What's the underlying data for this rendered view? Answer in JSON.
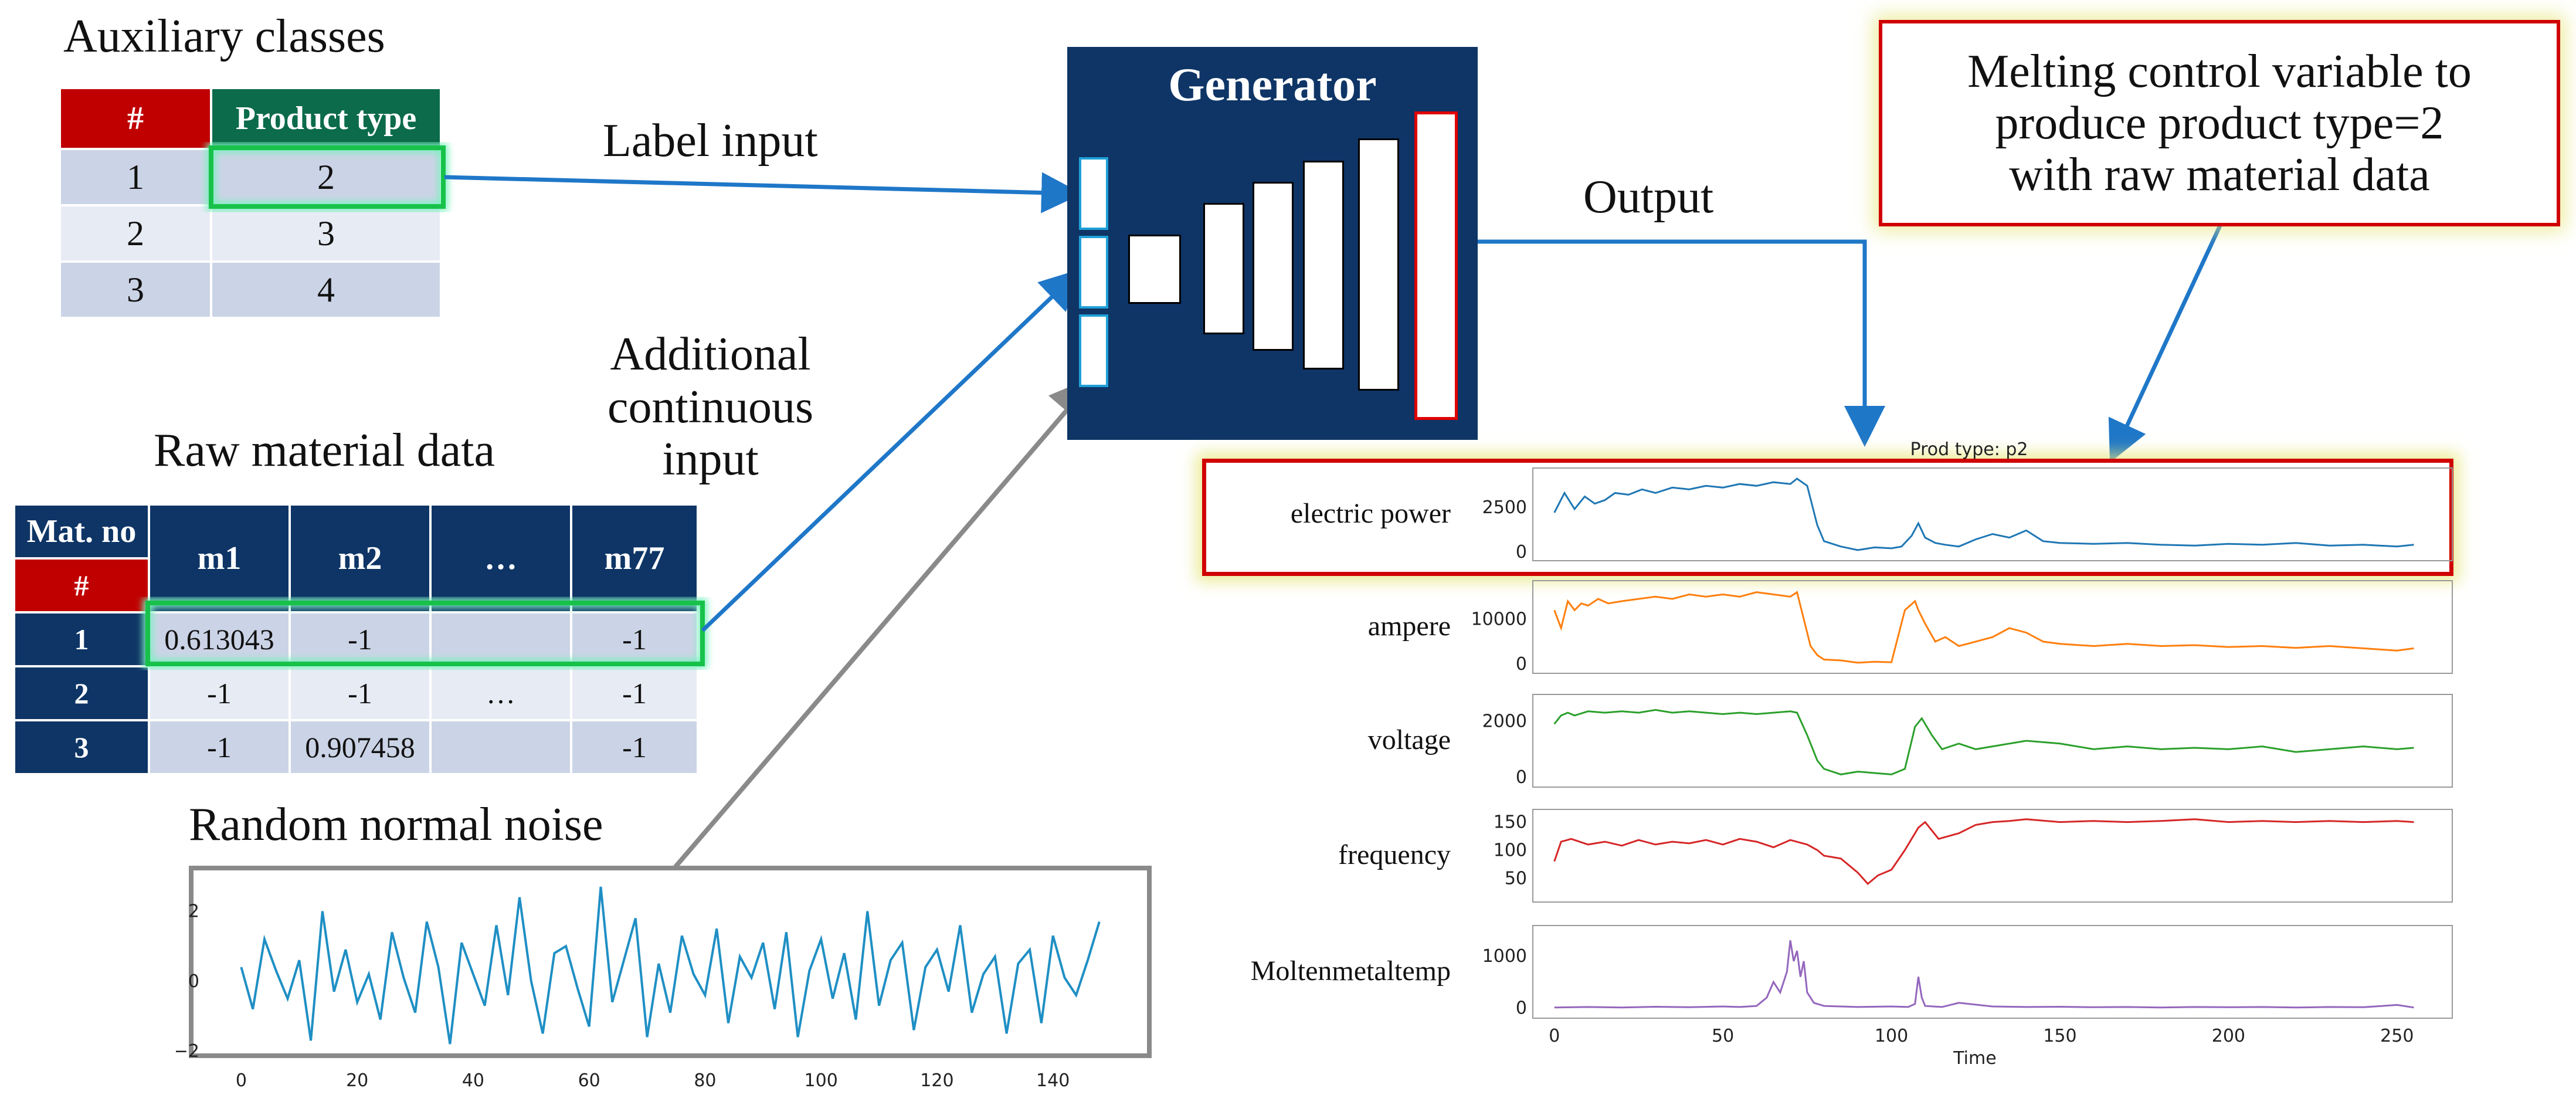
{
  "aux": {
    "title": "Auxiliary classes",
    "col_hash": "#",
    "col_product": "Product type",
    "rows": [
      [
        "1",
        "2"
      ],
      [
        "2",
        "3"
      ],
      [
        "3",
        "4"
      ]
    ]
  },
  "raw": {
    "title": "Raw material data",
    "col_matno": "Mat. no",
    "col_hash": "#",
    "cols": [
      "m1",
      "m2",
      "…",
      "m77"
    ],
    "rows": [
      {
        "id": "1",
        "m1": "0.613043",
        "m2": "-1",
        "mid": "",
        "m77": "-1"
      },
      {
        "id": "2",
        "m1": "-1",
        "m2": "-1",
        "mid": "…",
        "m77": "-1"
      },
      {
        "id": "3",
        "m1": "-1",
        "m2": "0.907458",
        "mid": "",
        "m77": "-1"
      }
    ]
  },
  "generator": {
    "title": "Generator"
  },
  "labels": {
    "label_input": "Label input",
    "additional_input": "Additional\ncontinuous\ninput",
    "output": "Output",
    "noise": "Random normal noise"
  },
  "callout": {
    "text": "Melting control variable to\nproduce product type=2\nwith raw material data"
  },
  "colors": {
    "navy": "#0e3566",
    "red": "#c00000",
    "green_header": "#0b6b4b",
    "arrow_blue": "#1f77c8",
    "arrow_gray": "#8a8a8a",
    "highlight_green": "#18c24a",
    "noise": "#1f8fc4",
    "power": "#1f77b4",
    "ampere": "#ff7f0e",
    "voltage": "#2ca02c",
    "frequency": "#d62728",
    "temp": "#9467bd"
  },
  "chart_data": [
    {
      "type": "line",
      "name": "noise",
      "x": [
        0,
        2,
        4,
        6,
        8,
        10,
        12,
        14,
        16,
        18,
        20,
        22,
        24,
        26,
        28,
        30,
        32,
        34,
        36,
        38,
        40,
        42,
        44,
        46,
        48,
        50,
        52,
        54,
        56,
        58,
        60,
        62,
        64,
        66,
        68,
        70,
        72,
        74,
        76,
        78,
        80,
        82,
        84,
        86,
        88,
        90,
        92,
        94,
        96,
        98,
        100,
        102,
        104,
        106,
        108,
        110,
        112,
        114,
        116,
        118,
        120,
        122,
        124,
        126,
        128,
        130,
        132,
        134,
        136,
        138,
        140,
        142,
        144,
        146,
        148
      ],
      "y": [
        0.4,
        -0.8,
        1.2,
        0.3,
        -0.5,
        0.6,
        -1.7,
        2.0,
        -0.3,
        0.9,
        -0.6,
        0.2,
        -1.1,
        1.4,
        0.1,
        -0.9,
        1.7,
        0.4,
        -1.8,
        1.1,
        0.2,
        -0.7,
        1.6,
        -0.4,
        2.4,
        0.0,
        -1.5,
        0.8,
        1.0,
        -0.2,
        -1.3,
        2.7,
        -0.6,
        0.6,
        1.8,
        -1.6,
        0.5,
        -0.9,
        1.3,
        0.2,
        -0.4,
        1.5,
        -1.2,
        0.7,
        0.1,
        1.1,
        -0.8,
        1.4,
        -1.6,
        0.3,
        1.2,
        -0.5,
        0.8,
        -1.1,
        2.0,
        -0.7,
        0.6,
        1.1,
        -1.4,
        0.4,
        0.9,
        -0.3,
        1.6,
        -0.9,
        0.2,
        0.7,
        -1.5,
        0.5,
        0.9,
        -1.2,
        1.3,
        0.1,
        -0.4,
        0.6,
        1.7
      ],
      "xticks": [
        0,
        20,
        40,
        60,
        80,
        100,
        120,
        140
      ],
      "yticks": [
        -2,
        0,
        2
      ],
      "xlim": [
        -5,
        155
      ],
      "ylim": [
        -2.1,
        2.9
      ]
    },
    {
      "type": "line",
      "title": "Prod type: p2",
      "xlabel": "Time",
      "xticks": [
        0,
        50,
        100,
        150,
        200,
        250
      ],
      "xlim": [
        -5,
        265
      ],
      "panels": [
        {
          "name": "electric power",
          "yticks": [
            0,
            2500
          ],
          "ylim": [
            -100,
            4300
          ],
          "x": [
            0,
            3,
            6,
            9,
            12,
            15,
            18,
            22,
            26,
            30,
            35,
            40,
            45,
            50,
            55,
            60,
            65,
            70,
            72,
            75,
            78,
            80,
            85,
            90,
            95,
            100,
            103,
            106,
            108,
            110,
            113,
            116,
            120,
            125,
            130,
            135,
            140,
            145,
            150,
            160,
            170,
            180,
            190,
            200,
            210,
            220,
            230,
            240,
            250,
            255
          ],
          "y": [
            2200,
            3300,
            2400,
            3100,
            2700,
            2900,
            3300,
            3200,
            3500,
            3300,
            3600,
            3500,
            3700,
            3600,
            3800,
            3700,
            3900,
            3800,
            4100,
            3700,
            1500,
            600,
            300,
            100,
            250,
            200,
            300,
            900,
            1600,
            800,
            500,
            400,
            300,
            700,
            1000,
            800,
            1200,
            600,
            500,
            450,
            500,
            400,
            350,
            450,
            400,
            500,
            350,
            400,
            300,
            400
          ]
        },
        {
          "name": "ampere",
          "yticks": [
            0,
            10000
          ],
          "ylim": [
            -500,
            17000
          ],
          "x": [
            0,
            2,
            4,
            6,
            8,
            10,
            13,
            16,
            20,
            25,
            30,
            35,
            40,
            45,
            50,
            55,
            60,
            65,
            70,
            72,
            74,
            76,
            78,
            80,
            85,
            90,
            95,
            100,
            104,
            107,
            108,
            110,
            113,
            116,
            120,
            125,
            130,
            135,
            140,
            145,
            150,
            160,
            170,
            180,
            190,
            200,
            210,
            220,
            230,
            240,
            250,
            255
          ],
          "y": [
            12000,
            8000,
            14000,
            12000,
            13500,
            13000,
            14500,
            13500,
            14000,
            14500,
            15000,
            14500,
            15500,
            15000,
            15500,
            15000,
            16000,
            15500,
            15000,
            16000,
            10000,
            4000,
            2000,
            1000,
            800,
            300,
            500,
            400,
            12000,
            14000,
            12000,
            9000,
            5000,
            6000,
            4000,
            5000,
            6000,
            8000,
            7000,
            5000,
            4500,
            4000,
            4500,
            4000,
            4200,
            3800,
            4000,
            3600,
            4000,
            3500,
            3000,
            3500
          ]
        },
        {
          "name": "voltage",
          "yticks": [
            0,
            2000
          ],
          "ylim": [
            -100,
            2700
          ],
          "x": [
            0,
            2,
            4,
            6,
            10,
            15,
            20,
            25,
            30,
            35,
            40,
            45,
            50,
            55,
            60,
            65,
            70,
            72,
            75,
            78,
            80,
            85,
            90,
            95,
            100,
            104,
            107,
            109,
            112,
            115,
            120,
            125,
            130,
            140,
            150,
            160,
            170,
            180,
            190,
            200,
            210,
            220,
            230,
            240,
            250,
            255
          ],
          "y": [
            1900,
            2200,
            2300,
            2200,
            2350,
            2300,
            2350,
            2300,
            2400,
            2300,
            2350,
            2300,
            2250,
            2300,
            2250,
            2300,
            2350,
            2300,
            1500,
            600,
            300,
            100,
            200,
            150,
            100,
            300,
            1800,
            2100,
            1500,
            1000,
            1200,
            1000,
            1100,
            1300,
            1200,
            1000,
            1100,
            1000,
            1050,
            1000,
            1100,
            900,
            1000,
            1100,
            1000,
            1050
          ]
        },
        {
          "name": "frequency",
          "yticks": [
            50,
            100,
            150
          ],
          "ylim": [
            20,
            160
          ],
          "x": [
            0,
            2,
            5,
            10,
            15,
            20,
            25,
            30,
            35,
            40,
            45,
            50,
            55,
            60,
            65,
            70,
            75,
            78,
            80,
            85,
            90,
            93,
            96,
            100,
            104,
            108,
            110,
            114,
            120,
            125,
            130,
            135,
            140,
            150,
            160,
            170,
            180,
            190,
            200,
            210,
            220,
            230,
            240,
            250,
            255
          ],
          "y": [
            80,
            115,
            120,
            110,
            115,
            108,
            118,
            110,
            115,
            112,
            118,
            110,
            120,
            115,
            105,
            118,
            110,
            100,
            90,
            85,
            60,
            40,
            55,
            65,
            100,
            140,
            150,
            120,
            130,
            145,
            150,
            152,
            155,
            150,
            152,
            150,
            152,
            155,
            150,
            152,
            150,
            152,
            150,
            152,
            150
          ]
        },
        {
          "name": "Moltenmetaltemp",
          "yticks": [
            0,
            1000
          ],
          "ylim": [
            -60,
            1450
          ],
          "x": [
            0,
            10,
            20,
            30,
            40,
            50,
            55,
            60,
            63,
            65,
            67,
            69,
            70,
            71,
            72,
            73,
            74,
            75,
            77,
            80,
            90,
            100,
            105,
            107,
            108,
            109,
            110,
            115,
            120,
            130,
            140,
            150,
            160,
            170,
            180,
            190,
            200,
            210,
            220,
            230,
            240,
            250,
            255
          ],
          "y": [
            10,
            20,
            10,
            25,
            15,
            30,
            20,
            40,
            200,
            500,
            300,
            700,
            1300,
            900,
            1100,
            600,
            900,
            300,
            100,
            40,
            20,
            30,
            20,
            80,
            600,
            200,
            40,
            20,
            100,
            30,
            20,
            25,
            15,
            20,
            10,
            20,
            15,
            20,
            10,
            20,
            15,
            60,
            10
          ]
        }
      ]
    }
  ]
}
